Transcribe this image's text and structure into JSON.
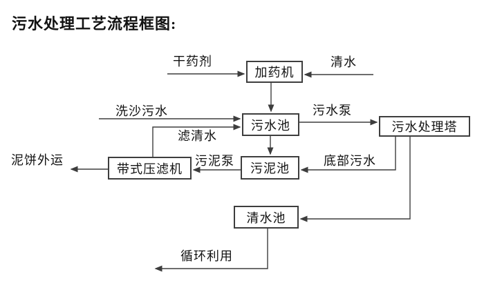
{
  "page_title": "污水处理工艺流程框图:",
  "nodes": {
    "dosing_machine": "加药机",
    "sewage_pool": "污水池",
    "treatment_tower": "污水处理塔",
    "sludge_pool": "污泥池",
    "belt_filter_press": "带式压滤机",
    "clean_water_pool": "清水池"
  },
  "flow_labels": {
    "dry_chemical": "干药剂",
    "clean_water": "清水",
    "sand_washing_sewage": "洗沙污水",
    "sewage_pump": "污水泵",
    "filtered_water": "滤清水",
    "sludge_pump": "污泥泵",
    "bottom_sewage": "底部污水",
    "mud_cake_out": "泥饼外运",
    "recycle_use": "循环利用"
  },
  "edges": [
    {
      "from": "干药剂",
      "to": "加药机",
      "label": "干药剂"
    },
    {
      "from": "清水",
      "to": "加药机",
      "label": "清水"
    },
    {
      "from": "加药机",
      "to": "污水池",
      "label": ""
    },
    {
      "from": "洗沙污水",
      "to": "污水池",
      "label": "洗沙污水"
    },
    {
      "from": "带式压滤机",
      "to": "污水池",
      "label": "滤清水"
    },
    {
      "from": "污水池",
      "to": "污水处理塔",
      "label": "污水泵"
    },
    {
      "from": "污水池",
      "to": "污泥池",
      "label": ""
    },
    {
      "from": "污水处理塔",
      "to": "污泥池",
      "label": "底部污水"
    },
    {
      "from": "污泥池",
      "to": "带式压滤机",
      "label": "污泥泵"
    },
    {
      "from": "带式压滤机",
      "to": "泥饼外运",
      "label": "泥饼外运"
    },
    {
      "from": "污水处理塔",
      "to": "清水池",
      "label": ""
    },
    {
      "from": "清水池",
      "to": "循环利用",
      "label": "循环利用"
    }
  ],
  "colors": {
    "line": "#3d3d3d",
    "text": "#121212",
    "background": "#ffffff"
  }
}
